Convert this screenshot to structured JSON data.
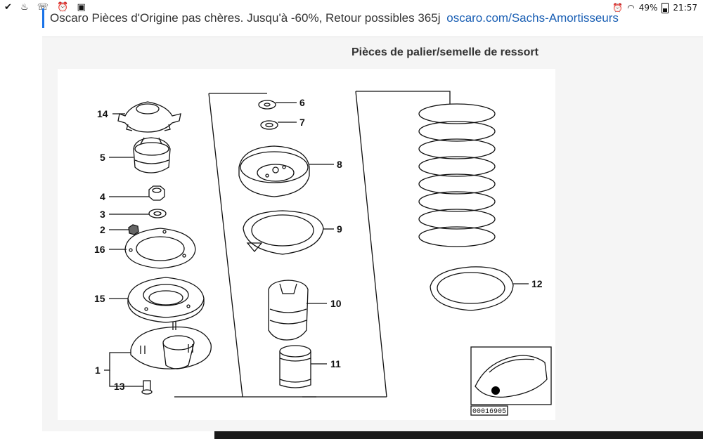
{
  "status_bar": {
    "left_icons": [
      "check-icon",
      "shield-icon",
      "bell-icon",
      "alarm-icon",
      "image-icon"
    ],
    "left_glyphs": "✔ ♨ ☏ ⏰ ▣",
    "battery": "49%",
    "time": "21:57"
  },
  "ad": {
    "text": "Oscaro Pièces d'Origine pas chères. Jusqu'à -60%, Retour possibles 365j",
    "url": "oscaro.com/Sachs-Amortisseurs"
  },
  "panel": {
    "title": "Pièces de palier/semelle de ressort"
  },
  "diagram": {
    "labels": {
      "p1": "1",
      "p2": "2",
      "p3": "3",
      "p4": "4",
      "p5": "5",
      "p6": "6",
      "p7": "7",
      "p8": "8",
      "p9": "9",
      "p10": "10",
      "p11": "11",
      "p12": "12",
      "p13": "13",
      "p14": "14",
      "p15": "15",
      "p16": "16"
    },
    "ref_code": "00016905"
  }
}
